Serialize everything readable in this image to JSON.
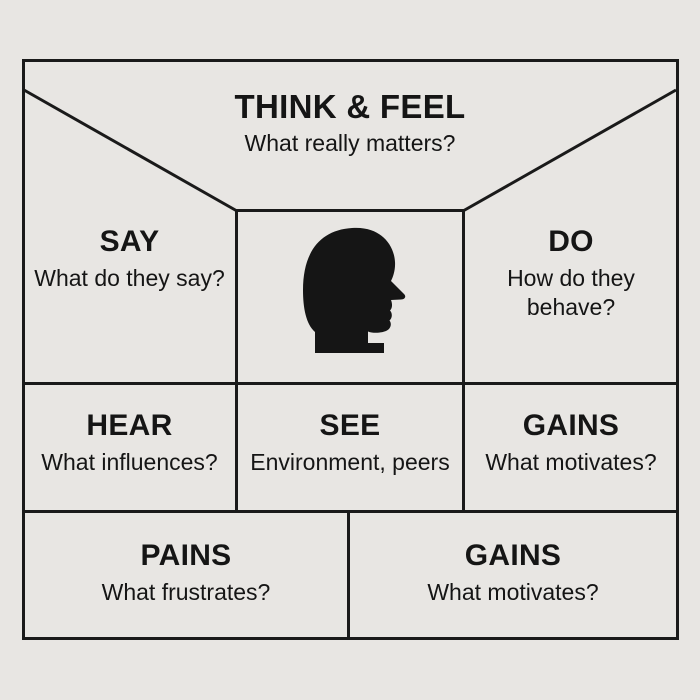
{
  "diagram": {
    "type": "empathy-map",
    "colors": {
      "background": "#e8e6e3",
      "line": "#1a1a1a",
      "text": "#151515",
      "icon": "#151515"
    },
    "center_icon": "head-profile-silhouette",
    "sections": {
      "think_feel": {
        "title": "THINK & FEEL",
        "subtitle": "What really matters?"
      },
      "say": {
        "title": "SAY",
        "subtitle": "What do they say?"
      },
      "do": {
        "title": "DO",
        "subtitle": "How do they behave?"
      },
      "hear": {
        "title": "HEAR",
        "subtitle": "What influences?"
      },
      "see": {
        "title": "SEE",
        "subtitle": "Environment, peers"
      },
      "gains_middle": {
        "title": "GAINS",
        "subtitle": "What motivates?"
      },
      "pains": {
        "title": "PAINS",
        "subtitle": "What frustrates?"
      },
      "gains_bottom": {
        "title": "GAINS",
        "subtitle": "What motivates?"
      }
    }
  }
}
